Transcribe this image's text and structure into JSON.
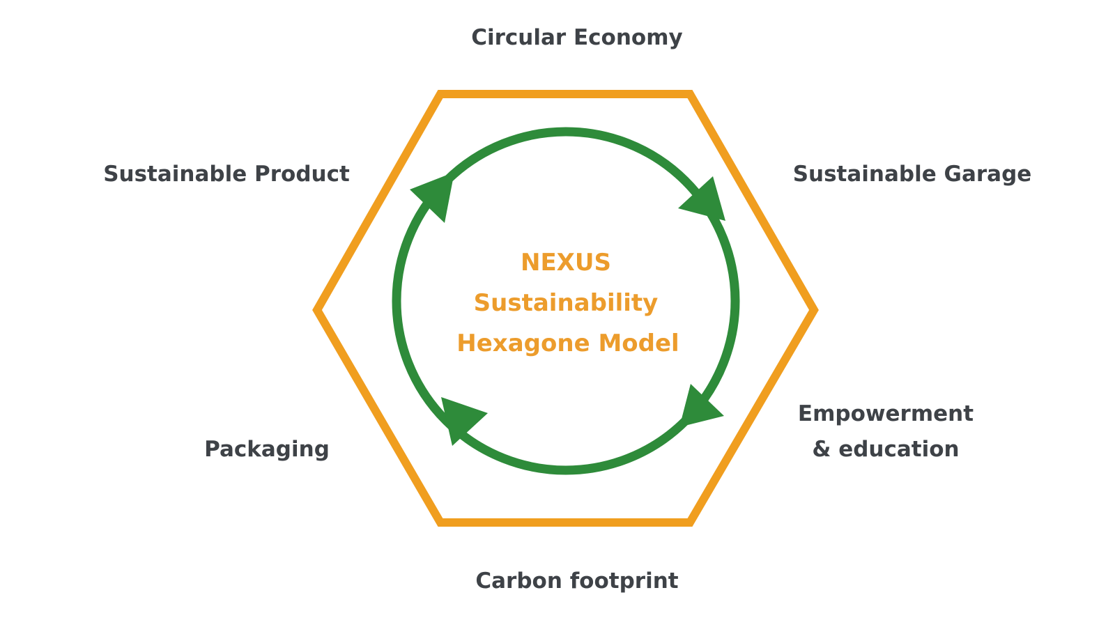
{
  "colors": {
    "hexagon": "#f09e1f",
    "cycle": "#2e8b3a",
    "center_text": "#ec9c2c",
    "side_text": "#3e4247",
    "background": "#ffffff"
  },
  "center": {
    "line1": "NEXUS",
    "line2": "Sustainability",
    "line3": "Hexagone Model"
  },
  "labels": {
    "top": "Circular Economy",
    "upper_left": "Sustainable Product",
    "upper_right": "Sustainable Garage",
    "lower_left": "Packaging",
    "lower_right_line1": "Empowerment",
    "lower_right_line2": "& education",
    "bottom": "Carbon footprint"
  }
}
